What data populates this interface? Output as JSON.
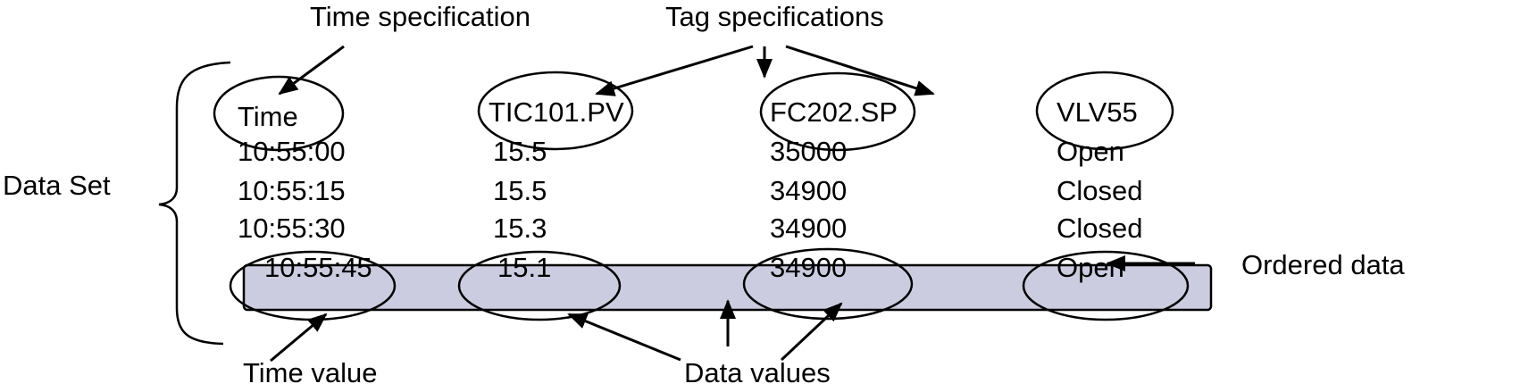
{
  "labels": {
    "time_specification": "Time specification",
    "tag_specifications": "Tag specifications",
    "data_set": "Data Set",
    "time_value": "Time value",
    "data_values": "Data values",
    "ordered_data": "Ordered data"
  },
  "columns": [
    "Time",
    "TIC101.PV",
    "FC202.SP",
    "VLV55"
  ],
  "rows": [
    [
      "10:55:00",
      "15.5",
      "35000",
      "Open"
    ],
    [
      "10:55:15",
      "15.5",
      "34900",
      "Closed"
    ],
    [
      "10:55:30",
      "15.3",
      "34900",
      "Closed"
    ],
    [
      "10:55:45",
      "15.1",
      "34900",
      "Open"
    ]
  ],
  "colors": {
    "highlight_fill": "#cccce0",
    "stroke": "#000000"
  }
}
